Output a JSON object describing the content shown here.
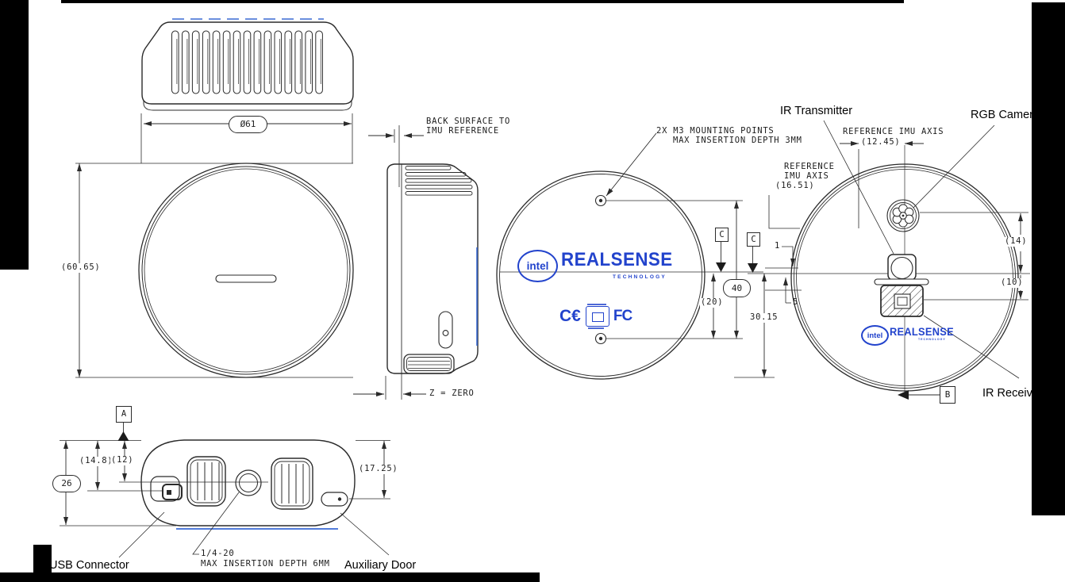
{
  "colors": {
    "line": "#2b2b2b",
    "brand_blue": "#2243cc",
    "accent_blue_line": "#3a6ad4",
    "mask": "#000000",
    "background": "#ffffff"
  },
  "top_view": {
    "diameter": "Ø61"
  },
  "front_view": {
    "height": "(60.65)"
  },
  "side_view": {
    "back_note_1": "BACK SURFACE TO",
    "back_note_2": "IMU REFERENCE",
    "zero_note": "Z = ZERO"
  },
  "back_view": {
    "mount_note_1": "2X M3 MOUNTING POINTS",
    "mount_note_2": "MAX INSERTION DEPTH 3MM",
    "dim_hole_span": "40",
    "dim_lower": "(20)",
    "dim_bottom": "30.15",
    "datum_c": "C"
  },
  "front_annotated": {
    "label_ir_transmitter": "IR Transmitter",
    "label_rgb_camera": "RGB Camera",
    "label_ir_receiver": "IR Receiver",
    "imu_top_label": "REFERENCE IMU AXIS",
    "imu_top_dim": "(12.45)",
    "imu_left_label_1": "REFERENCE",
    "imu_left_label_2": "IMU AXIS",
    "imu_left_dim": "(16.51)",
    "dim_rgb": "(14)",
    "dim_receiver": "(10)",
    "dim_one": "1",
    "dim_five": "5",
    "datum_b": "B",
    "datum_c": "C"
  },
  "bottom_view": {
    "label_usb": "USB Connector",
    "thread_note_1": "1/4-20",
    "thread_note_2": "MAX INSERTION DEPTH 6MM",
    "label_aux": "Auxiliary Door",
    "dim_overall": "26",
    "dim_center": "(12)",
    "dim_usb": "(14.8)",
    "dim_right": "(17.25)",
    "datum_a": "A"
  },
  "branding": {
    "intel": "intel",
    "realsense": "REALSENSE",
    "technology": "TECHNOLOGY",
    "ce": "C€",
    "fcc": "FC"
  }
}
